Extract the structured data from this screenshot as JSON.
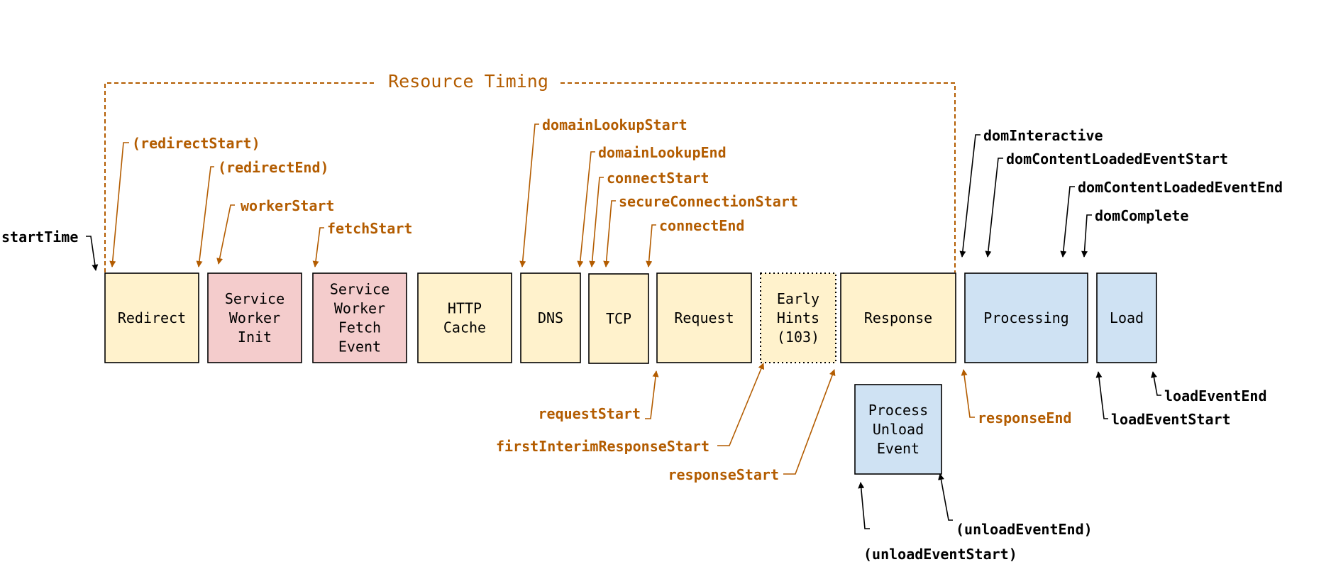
{
  "title": "Resource Timing",
  "colors": {
    "accent": "#b35c00",
    "ink": "#000000",
    "yellow": "#fff2cc",
    "pink": "#f4cccc",
    "blue": "#cfe2f3"
  },
  "stages": [
    {
      "id": "redirect",
      "lines": [
        "Redirect"
      ],
      "fill": "yellow"
    },
    {
      "id": "service-worker-init",
      "lines": [
        "Service",
        "Worker",
        "Init"
      ],
      "fill": "pink"
    },
    {
      "id": "service-worker-fetch-event",
      "lines": [
        "Service",
        "Worker",
        "Fetch",
        "Event"
      ],
      "fill": "pink"
    },
    {
      "id": "http-cache",
      "lines": [
        "HTTP",
        "Cache"
      ],
      "fill": "yellow"
    },
    {
      "id": "dns",
      "lines": [
        "DNS"
      ],
      "fill": "yellow"
    },
    {
      "id": "tcp",
      "lines": [
        "TCP"
      ],
      "fill": "yellow"
    },
    {
      "id": "request",
      "lines": [
        "Request"
      ],
      "fill": "yellow"
    },
    {
      "id": "early-hints",
      "lines": [
        "Early",
        "Hints",
        "(103)"
      ],
      "fill": "yellow",
      "dotted": true
    },
    {
      "id": "response",
      "lines": [
        "Response"
      ],
      "fill": "yellow"
    },
    {
      "id": "processing",
      "lines": [
        "Processing"
      ],
      "fill": "blue"
    },
    {
      "id": "load",
      "lines": [
        "Load"
      ],
      "fill": "blue"
    },
    {
      "id": "process-unload-event",
      "lines": [
        "Process",
        "Unload",
        "Event"
      ],
      "fill": "blue"
    }
  ],
  "labels": [
    {
      "id": "start-time",
      "text": "startTime",
      "color": "ink"
    },
    {
      "id": "redirect-start",
      "text": "(redirectStart)",
      "color": "accent"
    },
    {
      "id": "redirect-end",
      "text": "(redirectEnd)",
      "color": "accent"
    },
    {
      "id": "worker-start",
      "text": "workerStart",
      "color": "accent"
    },
    {
      "id": "fetch-start",
      "text": "fetchStart",
      "color": "accent"
    },
    {
      "id": "domain-lookup-start",
      "text": "domainLookupStart",
      "color": "accent"
    },
    {
      "id": "domain-lookup-end",
      "text": "domainLookupEnd",
      "color": "accent"
    },
    {
      "id": "connect-start",
      "text": "connectStart",
      "color": "accent"
    },
    {
      "id": "secure-connection-start",
      "text": "secureConnectionStart",
      "color": "accent"
    },
    {
      "id": "connect-end",
      "text": "connectEnd",
      "color": "accent"
    },
    {
      "id": "request-start",
      "text": "requestStart",
      "color": "accent"
    },
    {
      "id": "first-interim-response-start",
      "text": "firstInterimResponseStart",
      "color": "accent"
    },
    {
      "id": "response-start",
      "text": "responseStart",
      "color": "accent"
    },
    {
      "id": "response-end",
      "text": "responseEnd",
      "color": "accent"
    },
    {
      "id": "dom-interactive",
      "text": "domInteractive",
      "color": "ink"
    },
    {
      "id": "dom-content-loaded-event-start",
      "text": "domContentLoadedEventStart",
      "color": "ink"
    },
    {
      "id": "dom-content-loaded-event-end",
      "text": "domContentLoadedEventEnd",
      "color": "ink"
    },
    {
      "id": "dom-complete",
      "text": "domComplete",
      "color": "ink"
    },
    {
      "id": "load-event-start",
      "text": "loadEventStart",
      "color": "ink"
    },
    {
      "id": "load-event-end",
      "text": "loadEventEnd",
      "color": "ink"
    },
    {
      "id": "unload-event-start",
      "text": "(unloadEventStart)",
      "color": "ink"
    },
    {
      "id": "unload-event-end",
      "text": "(unloadEventEnd)",
      "color": "ink"
    }
  ]
}
